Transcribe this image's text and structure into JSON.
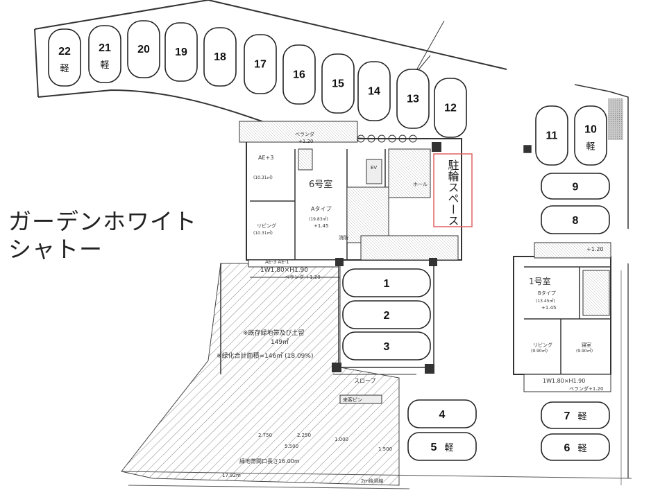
{
  "building_name": {
    "line1": "ガーデンホワイト",
    "line2": "シャトー"
  },
  "bicycle_space_label": "駐輪スペース",
  "light_label": "軽",
  "parking_slots": [
    {
      "number": "22",
      "kei": true
    },
    {
      "number": "21",
      "kei": true
    },
    {
      "number": "20",
      "kei": false
    },
    {
      "number": "19",
      "kei": false
    },
    {
      "number": "18",
      "kei": false
    },
    {
      "number": "17",
      "kei": false
    },
    {
      "number": "16",
      "kei": false
    },
    {
      "number": "15",
      "kei": false
    },
    {
      "number": "14",
      "kei": false
    },
    {
      "number": "13",
      "kei": false
    },
    {
      "number": "12",
      "kei": false
    },
    {
      "number": "11",
      "kei": false
    },
    {
      "number": "10",
      "kei": true
    },
    {
      "number": "9",
      "kei": false
    },
    {
      "number": "8",
      "kei": false
    },
    {
      "number": "1",
      "kei": false
    },
    {
      "number": "2",
      "kei": false
    },
    {
      "number": "3",
      "kei": false
    },
    {
      "number": "4",
      "kei": false
    },
    {
      "number": "5",
      "kei": true
    },
    {
      "number": "7",
      "kei": true
    },
    {
      "number": "6",
      "kei": true
    }
  ],
  "plan_notes": {
    "balcony_top": "ベランダ",
    "balcony_top_level": "+1.20",
    "ae3": "AE+3",
    "room_6go": "6号室",
    "a_type": "Aタイプ",
    "a_area": "(19.83㎡)",
    "a_level": "+1.45",
    "room_left_area": "(10.31㎡)",
    "living_left": "リビング",
    "living_left_area": "(10.31㎡)",
    "fire": "消防",
    "window": "1W1.80×H1.90",
    "balcony_mid": "ベランダ +1.20",
    "ae_bottom": "AE-3    AE-1",
    "green_existing": "※既存緑地帯及び土留",
    "green_existing_area": "149㎡",
    "green_total": "※緑化合計面積=146㎡ (18.09%)",
    "slope": "スロープ",
    "visitor": "来客ピン",
    "d_2750": "2.750",
    "d_2250": "2.250",
    "d_1000": "1.000",
    "d_500": "1.500",
    "d_5500": "5.500",
    "frontage": "緑地帯間口長さ16.00m",
    "d_17": "17.92m",
    "road": "2m後退線",
    "room_1go": "1号室",
    "b_type": "Bタイプ",
    "b_area": "(13.45㎡)",
    "b_level": "+1.45",
    "living_right": "リビング",
    "living_right_area": "(9.90㎡)",
    "bath_right": "寝室",
    "bath_right_area": "(9.90㎡)",
    "window_right": "1W1.80×H1.90",
    "balcony_right": "ベランダ+1.20",
    "level_right": "+1.20",
    "ev": "EV",
    "hall": "ホール"
  }
}
